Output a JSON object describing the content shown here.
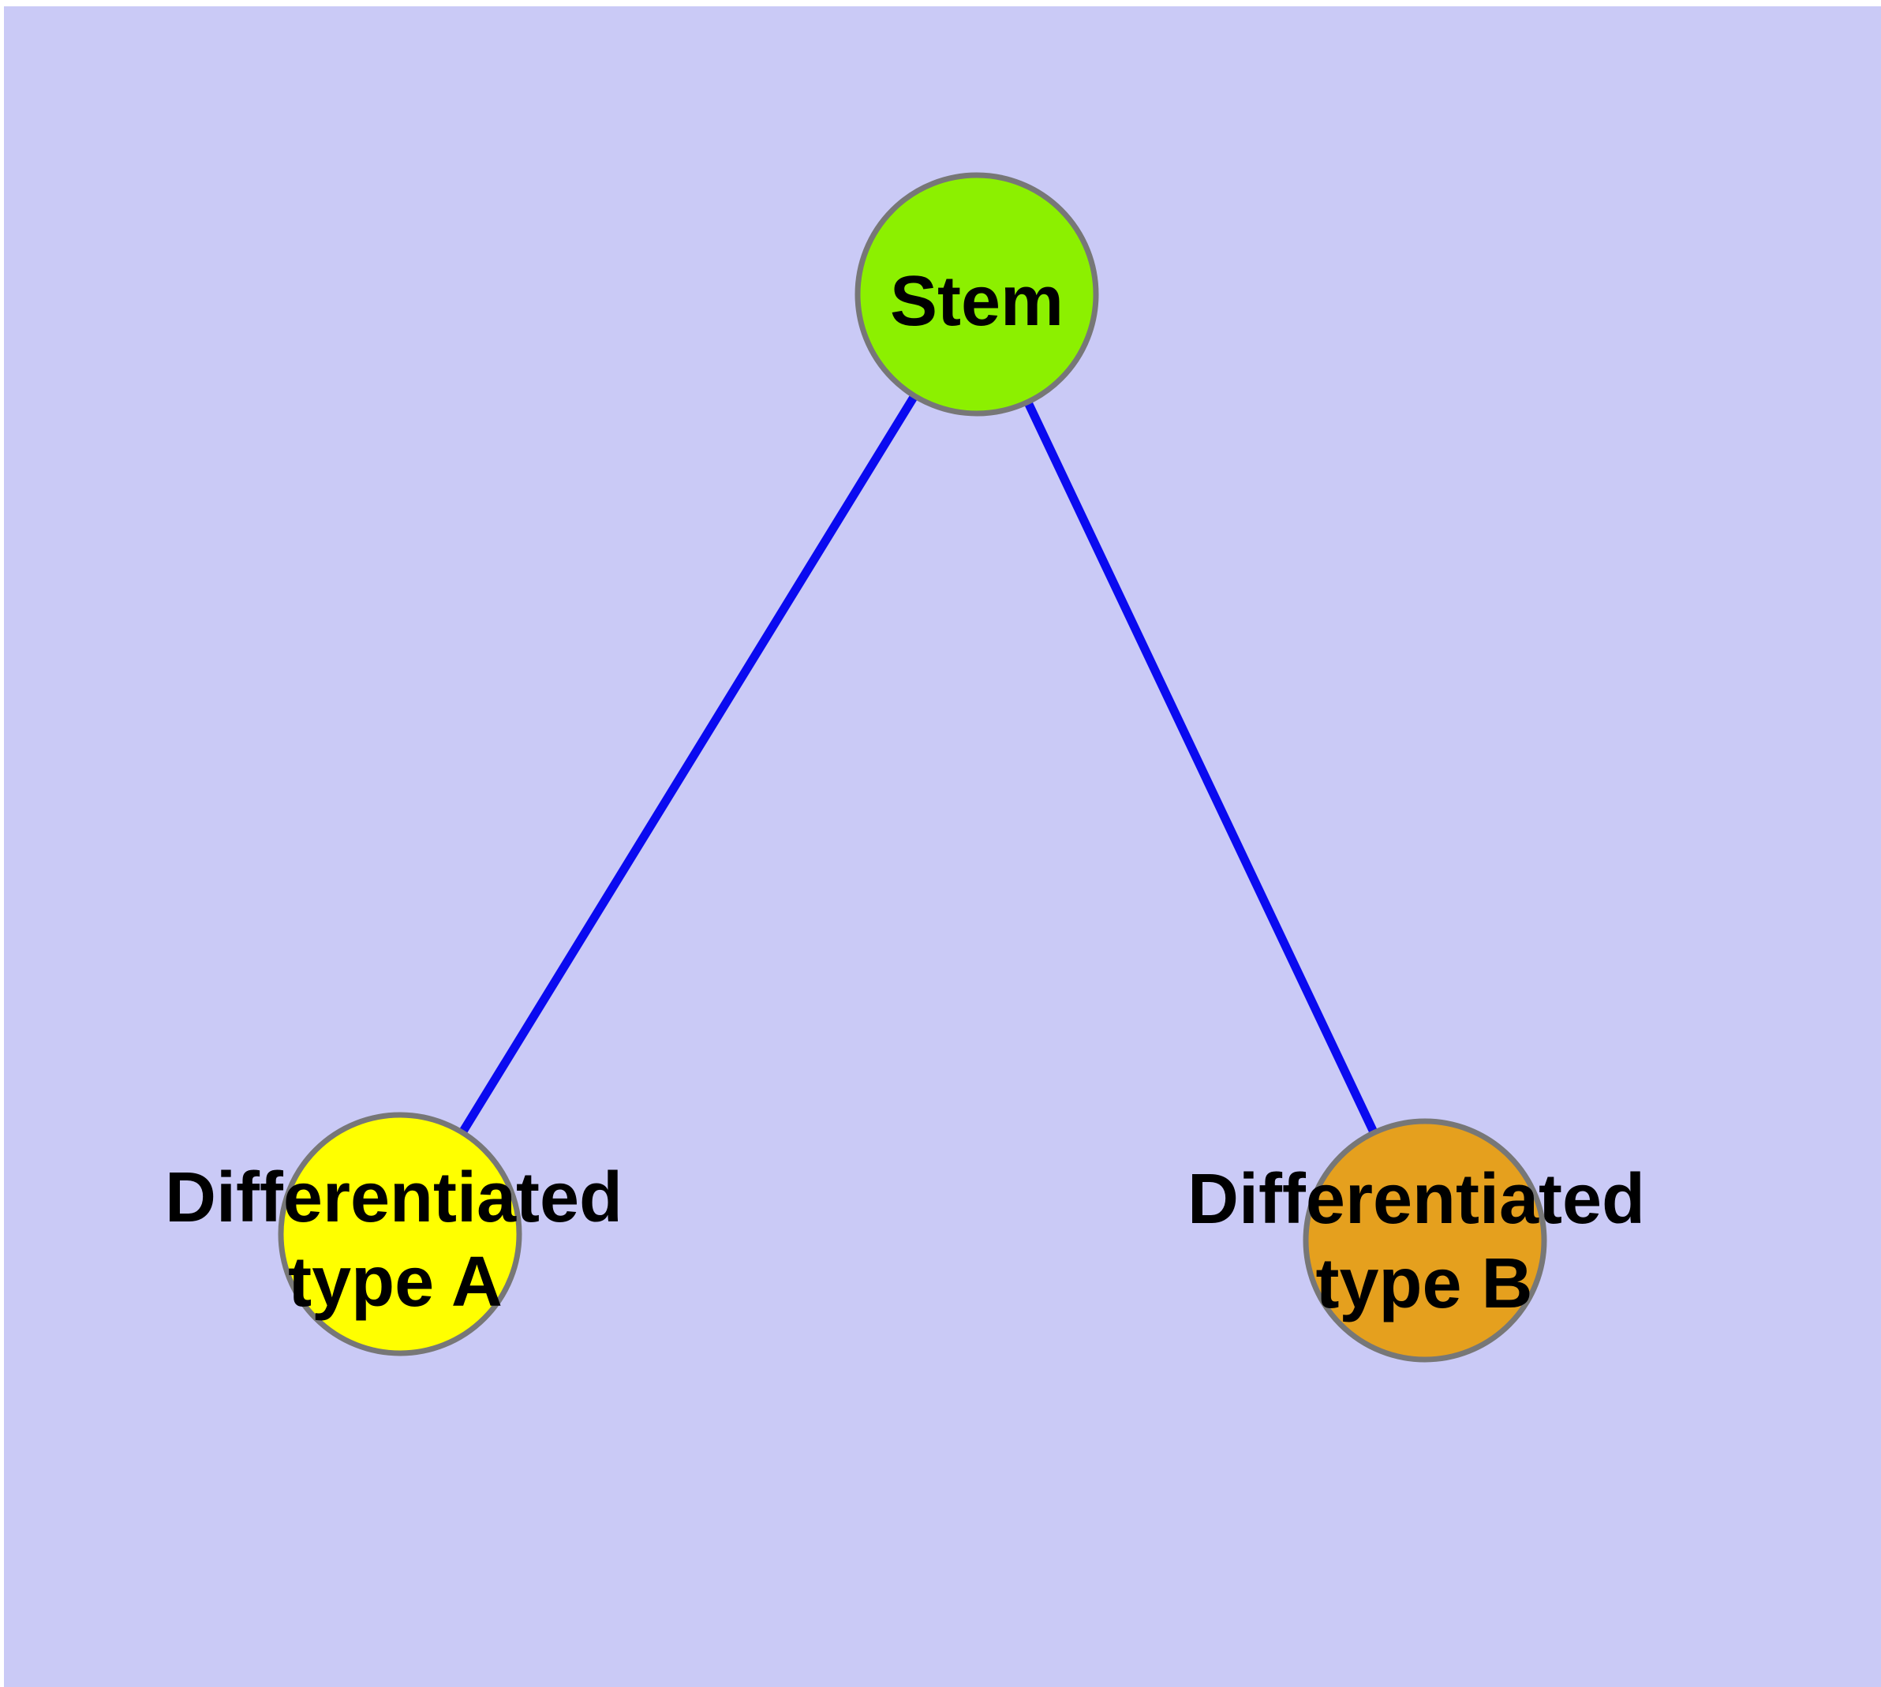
{
  "canvas": {
    "background_color": "#CACAF6",
    "margin_color": "#FFFFFF"
  },
  "nodes": [
    {
      "id": "stem",
      "label": "Stem",
      "fill_color": "#8CF000"
    },
    {
      "id": "differentiated-type-a",
      "label_line1": "Differentiated",
      "label_line2": "type A",
      "fill_color": "#FFFF00"
    },
    {
      "id": "differentiated-type-b",
      "label_line1": "Differentiated",
      "label_line2": "type B",
      "fill_color": "#E5A01E"
    }
  ],
  "edges": [
    {
      "from": "Stem",
      "to": "Differentiated type A",
      "color": "#0A0AF0"
    },
    {
      "from": "Stem",
      "to": "Differentiated type B",
      "color": "#0A0AF0"
    }
  ],
  "node_border_color": "#777777",
  "text_color": "#000000"
}
